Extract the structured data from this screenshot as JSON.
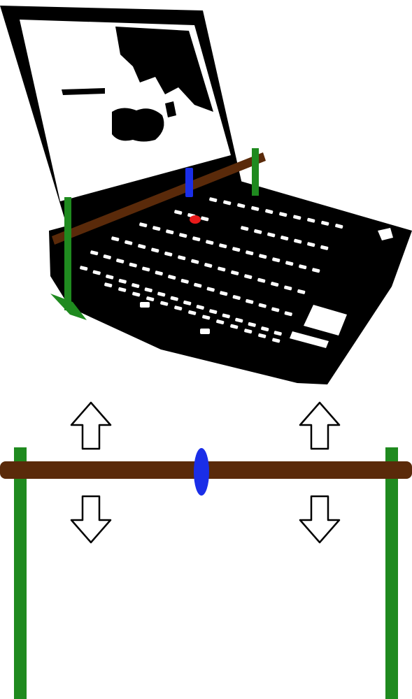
{
  "palette": {
    "laptop": "#000000",
    "screen": "#ffffff",
    "wallpaper": "#000000",
    "rod": "#5a2a0a",
    "post": "#1f8a1f",
    "slider": "#1a2ee8",
    "trackpoint": "#e81a1a",
    "arrow_fill": "#ffffff",
    "arrow_stroke": "#000000"
  },
  "figure": {
    "top_view": {
      "subject": "laptop-icon",
      "parts": [
        "screen",
        "keyboard",
        "touchpad",
        "trackpoint",
        "rod",
        "posts",
        "slider"
      ]
    },
    "bottom_view": {
      "parts": [
        "rod",
        "left-post",
        "right-post",
        "slider"
      ],
      "arrows": [
        {
          "name": "up-arrow-left",
          "direction": "up"
        },
        {
          "name": "up-arrow-right",
          "direction": "up"
        },
        {
          "name": "down-arrow-left",
          "direction": "down"
        },
        {
          "name": "down-arrow-right",
          "direction": "down"
        }
      ]
    }
  }
}
